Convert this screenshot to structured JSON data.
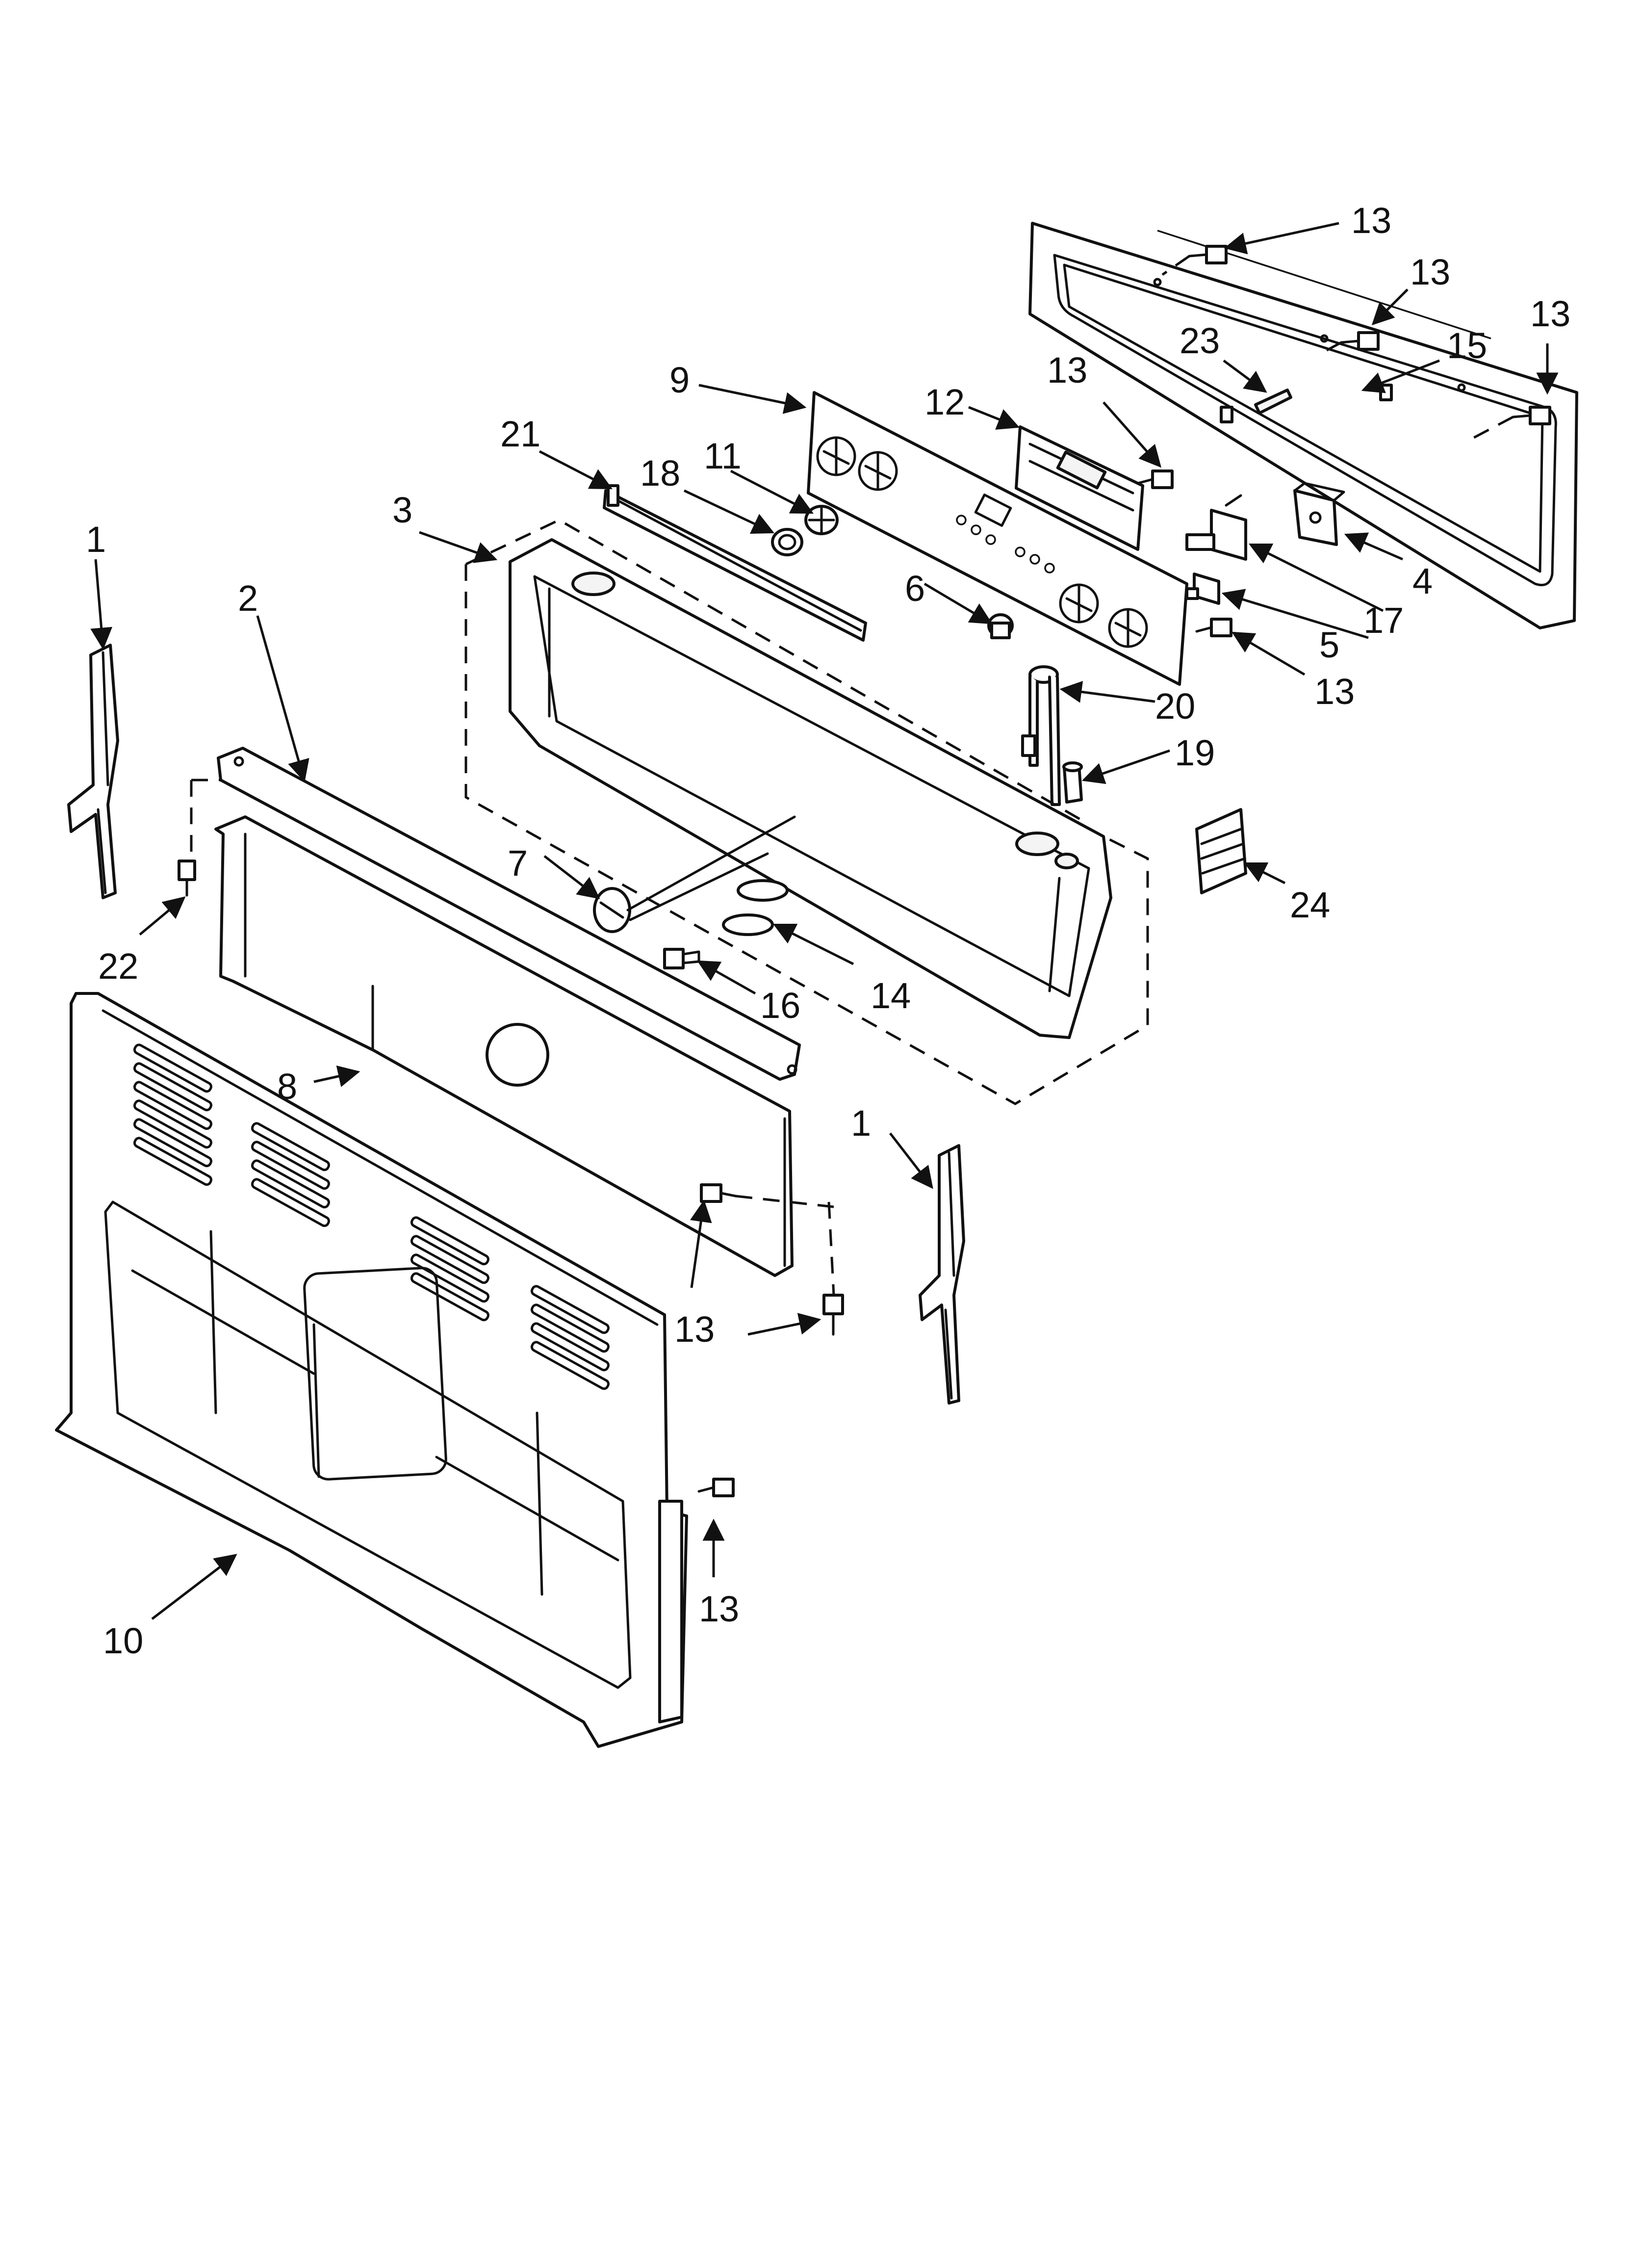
{
  "diagram": {
    "callouts": [
      {
        "id": "c13a",
        "text": "13"
      },
      {
        "id": "c13b",
        "text": "13"
      },
      {
        "id": "c13c",
        "text": "13"
      },
      {
        "id": "c23",
        "text": "23"
      },
      {
        "id": "c15",
        "text": "15"
      },
      {
        "id": "c9",
        "text": "9"
      },
      {
        "id": "c12",
        "text": "12"
      },
      {
        "id": "c13d",
        "text": "13"
      },
      {
        "id": "c21",
        "text": "21"
      },
      {
        "id": "c18",
        "text": "18"
      },
      {
        "id": "c11",
        "text": "11"
      },
      {
        "id": "c3",
        "text": "3"
      },
      {
        "id": "c1a",
        "text": "1"
      },
      {
        "id": "c2",
        "text": "2"
      },
      {
        "id": "c6",
        "text": "6"
      },
      {
        "id": "c4",
        "text": "4"
      },
      {
        "id": "c17",
        "text": "17"
      },
      {
        "id": "c5",
        "text": "5"
      },
      {
        "id": "c13e",
        "text": "13"
      },
      {
        "id": "c20",
        "text": "20"
      },
      {
        "id": "c19",
        "text": "19"
      },
      {
        "id": "c24",
        "text": "24"
      },
      {
        "id": "c7",
        "text": "7"
      },
      {
        "id": "c22",
        "text": "22"
      },
      {
        "id": "c16",
        "text": "16"
      },
      {
        "id": "c14",
        "text": "14"
      },
      {
        "id": "c8",
        "text": "8"
      },
      {
        "id": "c1b",
        "text": "1"
      },
      {
        "id": "c13f",
        "text": "13"
      },
      {
        "id": "c13g",
        "text": "13"
      },
      {
        "id": "c10",
        "text": "10"
      }
    ]
  }
}
